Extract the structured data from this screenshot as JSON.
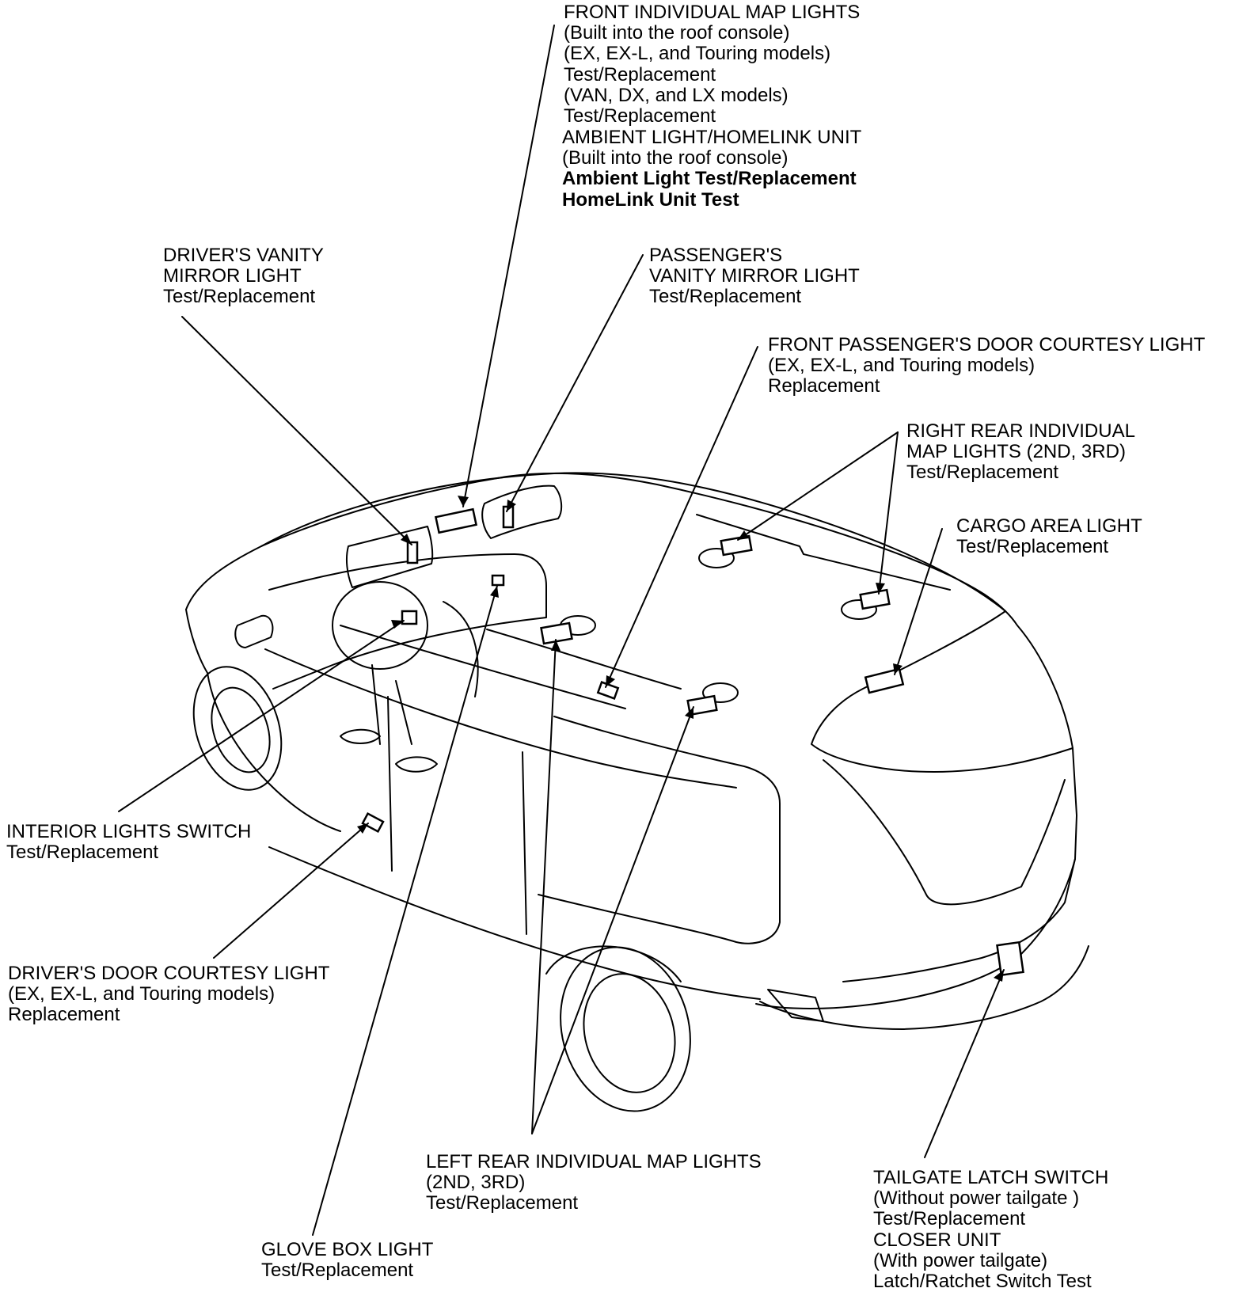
{
  "callouts": {
    "front_map": [
      "FRONT INDIVIDUAL MAP LIGHTS",
      "(Built into the roof console)",
      "(EX, EX-L, and Touring models)",
      "Test/Replacement",
      "(VAN, DX, and LX models)",
      "Test/Replacement"
    ],
    "ambient": [
      "AMBIENT LIGHT/HOMELINK UNIT",
      "(Built into the roof console)",
      "Ambient Light Test/Replacement",
      "HomeLink Unit Test"
    ],
    "drivers_vanity": [
      "DRIVER'S VANITY",
      "MIRROR LIGHT",
      "Test/Replacement"
    ],
    "passengers_vanity": [
      "PASSENGER'S",
      "VANITY MIRROR LIGHT",
      "Test/Replacement"
    ],
    "front_pass_door": [
      "FRONT PASSENGER'S DOOR COURTESY LIGHT",
      "(EX, EX-L, and Touring models)",
      "Replacement"
    ],
    "right_rear_map": [
      "RIGHT REAR INDIVIDUAL",
      "MAP LIGHTS (2ND, 3RD)",
      "Test/Replacement"
    ],
    "cargo": [
      "CARGO AREA LIGHT",
      "Test/Replacement"
    ],
    "interior_switch": [
      "INTERIOR LIGHTS SWITCH",
      "Test/Replacement"
    ],
    "drivers_door": [
      "DRIVER'S DOOR COURTESY LIGHT",
      "(EX, EX-L, and Touring models)",
      "Replacement"
    ],
    "left_rear_map": [
      "LEFT REAR INDIVIDUAL MAP LIGHTS",
      "(2ND, 3RD)",
      "Test/Replacement"
    ],
    "glove_box": [
      "GLOVE BOX LIGHT",
      "Test/Replacement"
    ],
    "tailgate": [
      "TAILGATE LATCH SWITCH",
      "(Without power tailgate )",
      "Test/Replacement",
      "CLOSER UNIT",
      "(With power tailgate)",
      "Latch/Ratchet Switch Test"
    ]
  },
  "colors": {
    "ink": "#000000",
    "paper": "#ffffff"
  }
}
